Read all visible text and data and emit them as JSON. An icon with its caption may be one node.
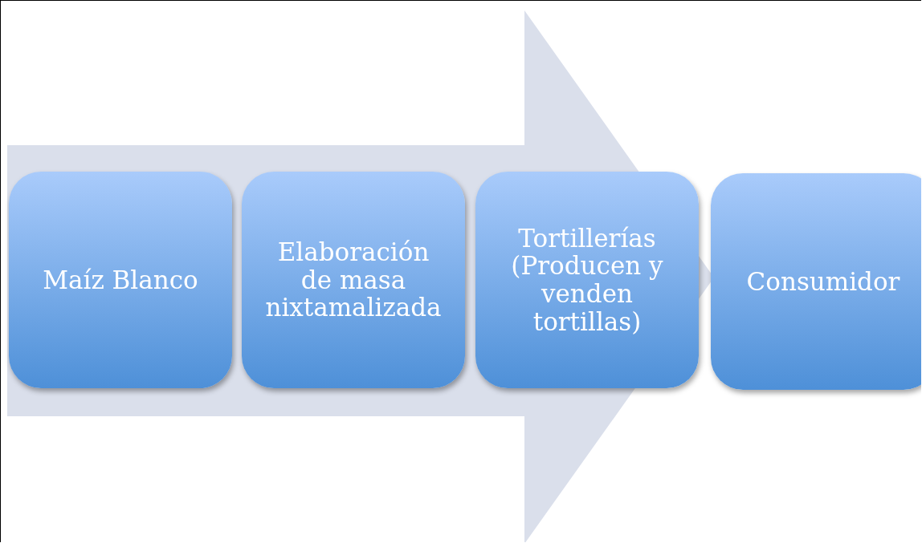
{
  "diagram": {
    "nodes": [
      {
        "text": [
          "Maíz Blanco"
        ]
      },
      {
        "text": [
          "Elaboración de masa nixtamalizada"
        ]
      },
      {
        "text": [
          "Tortillerías (Producen y venden tortillas)"
        ]
      },
      {
        "text": [
          "Consumidor"
        ]
      }
    ],
    "edges": [
      {
        "from": 0,
        "to": 3,
        "arrow": "to"
      }
    ]
  }
}
